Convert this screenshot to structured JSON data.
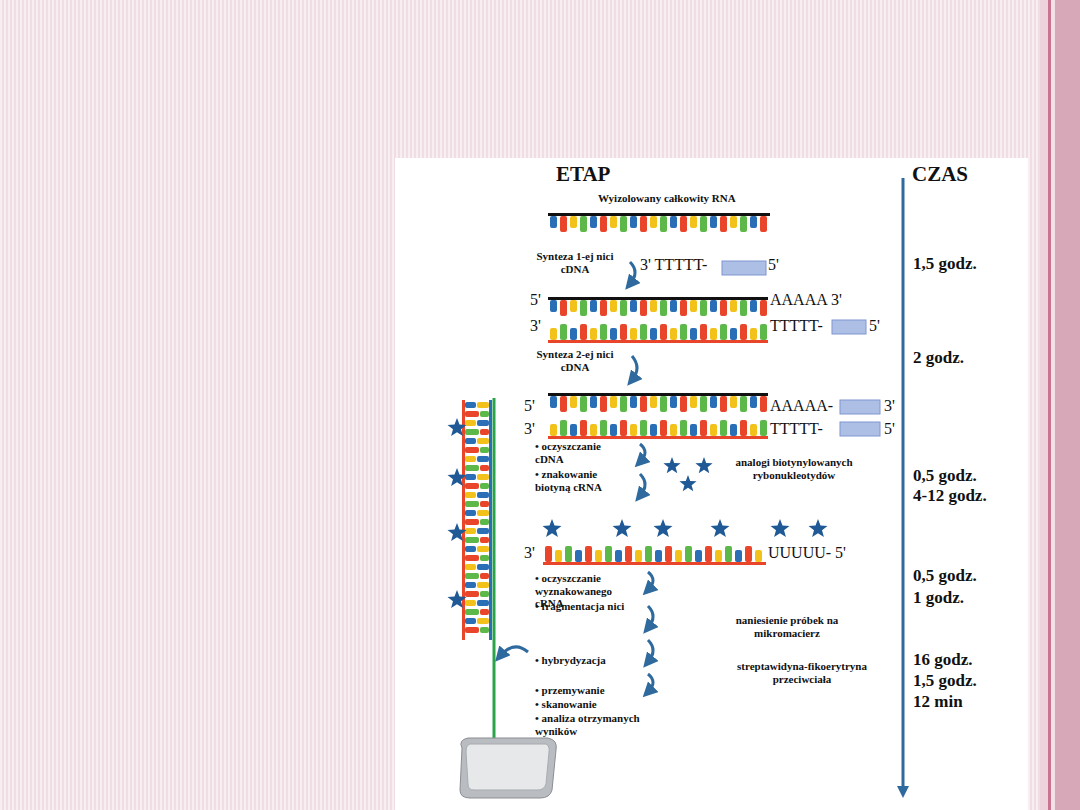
{
  "diagram": {
    "labels": [
      "ETAP",
      "CZAS",
      "Wyizolowany całkowity RNA",
      "Synteza 1-ej nici cDNA",
      "3' TTTTT-",
      "5'",
      "1,5 godz.",
      "5'",
      "AAAAA 3'",
      "3'",
      "TTTTT-",
      "5'",
      "Synteza 2-ej nici cDNA",
      "2 godz.",
      "5'",
      "AAAAA-",
      "3'",
      "3'",
      "TTTTT-",
      "5'",
      "• oczyszczanie cDNA",
      "• znakowanie biotyną cRNA",
      "analogi biotynylowanych rybonukleotydów",
      "0,5 godz.",
      "4-12 godz.",
      "3'",
      "UUUUU- 5'",
      "• oczyszczanie wyznakowanego cRNA",
      "• fragmentacja nici",
      "0,5 godz.",
      "1 godz.",
      "naniesienie próbek na mikromacierz",
      "• hybrydyzacja",
      "streptawidyna-fikoerytryna przeciwciała",
      "16 godz.",
      "1,5 godz.",
      "12 min",
      "• przemywanie",
      "• skanowanie",
      "• analiza otrzymanych wyników"
    ]
  }
}
